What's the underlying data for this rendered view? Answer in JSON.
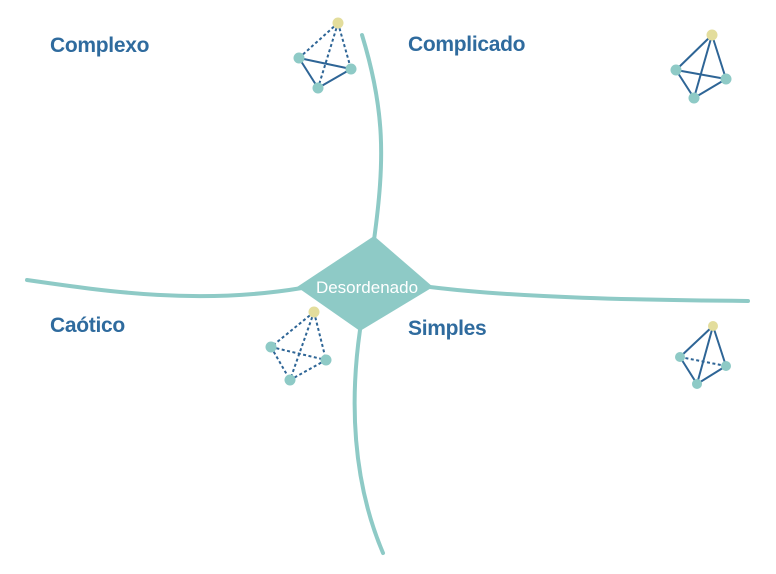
{
  "center": {
    "label": "Desordenado"
  },
  "domains": {
    "complex": {
      "label": "Complexo"
    },
    "complicated": {
      "label": "Complicado"
    },
    "chaotic": {
      "label": "Caótico"
    },
    "simple": {
      "label": "Simples"
    }
  },
  "colors": {
    "curve": "#8ecac6",
    "label_text": "#2f6b9e",
    "center_text": "#ffffff",
    "edge": "#2e6596",
    "node": "#8ecac6",
    "node_top": "#e3dd9c"
  }
}
